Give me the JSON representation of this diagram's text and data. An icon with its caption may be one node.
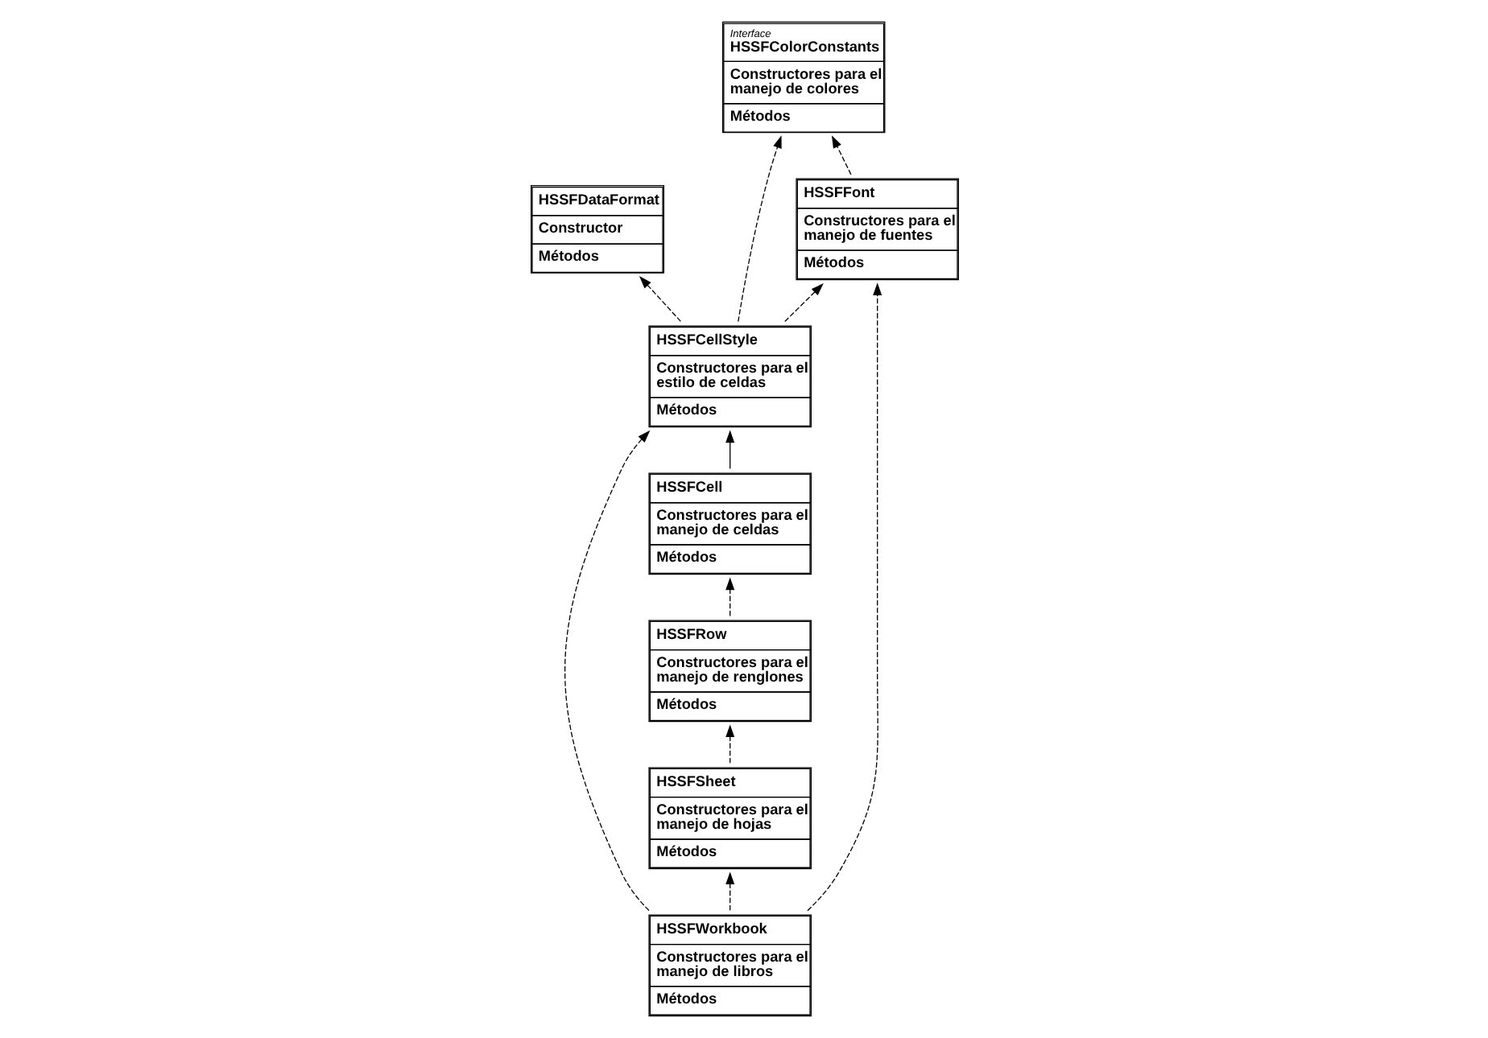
{
  "diagram": {
    "nodes": [
      {
        "text": [
          "HSSFCell",
          "Constructores para el manejo de celdas",
          "Métodos"
        ]
      },
      {
        "text": [
          "HSSFCellStyle",
          "Constructores para el estilo de celdas",
          "Métodos"
        ]
      },
      {
        "text": [
          "HSSFDataFormat",
          "Constructor",
          "Métodos"
        ]
      },
      {
        "text": [
          "HSSFRow",
          "Constructores para el manejo de renglones",
          "Métodos"
        ]
      },
      {
        "text": [
          "Interface",
          "HSSFColorConstants",
          "Constructores para el manejo de colores",
          "Métodos"
        ]
      },
      {
        "text": [
          "HSSFSheet",
          "Constructores para el manejo de hojas",
          "Métodos"
        ]
      },
      {
        "text": [
          "HSSFWorkbook",
          "Constructores para el manejo de libros",
          "Métodos"
        ]
      },
      {
        "text": [
          "HSSFFont",
          "Constructores para el manejo de fuentes",
          "Métodos"
        ]
      }
    ],
    "edges": [
      {
        "from": 0,
        "to": 1,
        "arrow": "to"
      },
      {
        "from": 1,
        "to": 2,
        "arrow": "to",
        "style": "dashed"
      },
      {
        "from": 1,
        "to": 4,
        "arrow": "to",
        "style": "dashed"
      },
      {
        "from": 1,
        "to": 7,
        "arrow": "to",
        "style": "dashed"
      },
      {
        "from": 7,
        "to": 4,
        "arrow": "to",
        "style": "dashed"
      },
      {
        "from": 3,
        "to": 0,
        "arrow": "to",
        "style": "dashed"
      },
      {
        "from": 5,
        "to": 3,
        "arrow": "to",
        "style": "dashed"
      },
      {
        "from": 6,
        "to": 1,
        "arrow": "to",
        "style": "dashed"
      },
      {
        "from": 6,
        "to": 5,
        "arrow": "to",
        "style": "dashed"
      },
      {
        "from": 6,
        "to": 7,
        "arrow": "to",
        "style": "dashed"
      }
    ]
  }
}
